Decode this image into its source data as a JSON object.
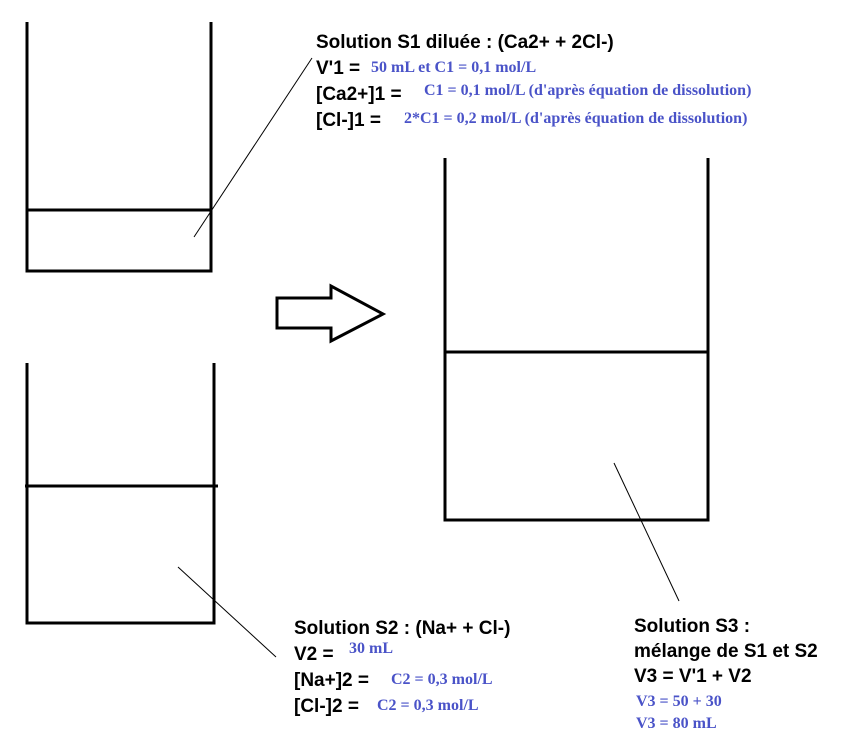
{
  "colors": {
    "ink": "#000000",
    "value": "#4a53c8",
    "background": "#ffffff"
  },
  "s1": {
    "title": "Solution S1 diluée : (Ca2+ + 2Cl-)",
    "v_label": "V'1 =",
    "v_value": "50 mL et C1 = 0,1 mol/L",
    "ca_label": "[Ca2+]1 =",
    "ca_value": "C1 = 0,1 mol/L (d'après équation de dissolution)",
    "cl_label": "[Cl-]1 =",
    "cl_value": "2*C1 = 0,2 mol/L (d'après équation de dissolution)"
  },
  "s2": {
    "title": "Solution S2 : (Na+ + Cl-)",
    "v_label": "V2 =",
    "v_value": "30 mL",
    "na_label": "[Na+]2 =",
    "na_value": "C2 = 0,3 mol/L",
    "cl_label": "[Cl-]2 =",
    "cl_value": "C2 = 0,3 mol/L"
  },
  "s3": {
    "title_line1": "Solution S3 :",
    "title_line2": "mélange de S1 et S2",
    "formula": "V3 = V'1 + V2",
    "calc": "V3 = 50 + 30",
    "result": "V3 = 80 mL"
  }
}
